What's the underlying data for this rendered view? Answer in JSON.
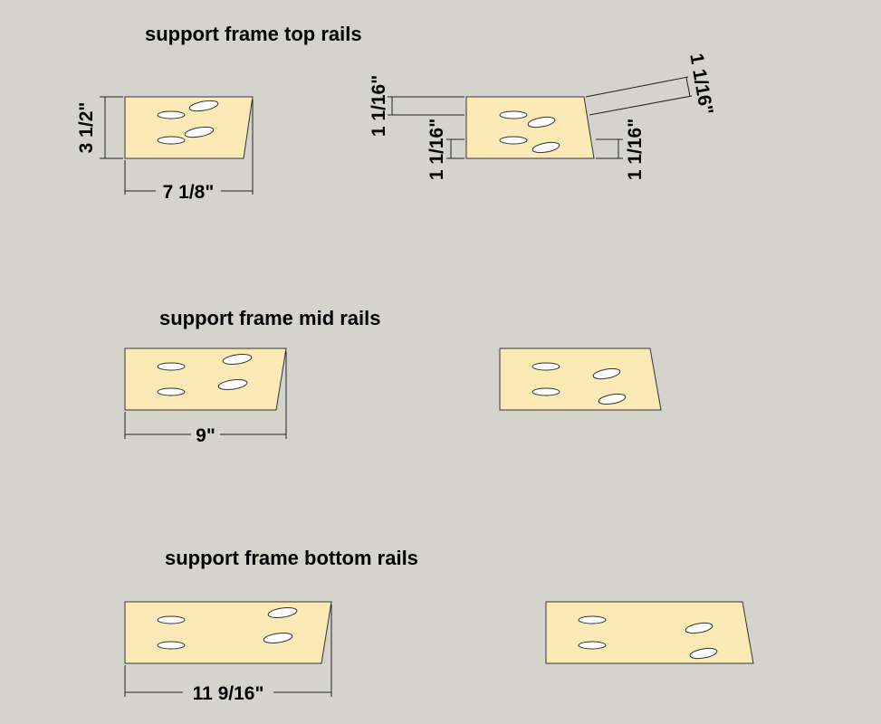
{
  "colors": {
    "background": "#d4d4cc",
    "board": "#fbeab5",
    "outline": "#333333",
    "pocket_hole": "#ffffff"
  },
  "sections": [
    {
      "title": "support frame top rails"
    },
    {
      "title": "support frame mid rails"
    },
    {
      "title": "support frame bottom rails"
    }
  ],
  "dimensions": {
    "top_height": "3 1/2\"",
    "top_length": "7 1/8\"",
    "top_offset_upper_left": "1 1/16\"",
    "top_offset_lower_left": "1 1/16\"",
    "top_offset_lower_right": "1 1/16\"",
    "top_offset_angled": "1 1/16\"",
    "mid_length": "9\"",
    "bottom_length": "11 9/16\""
  }
}
